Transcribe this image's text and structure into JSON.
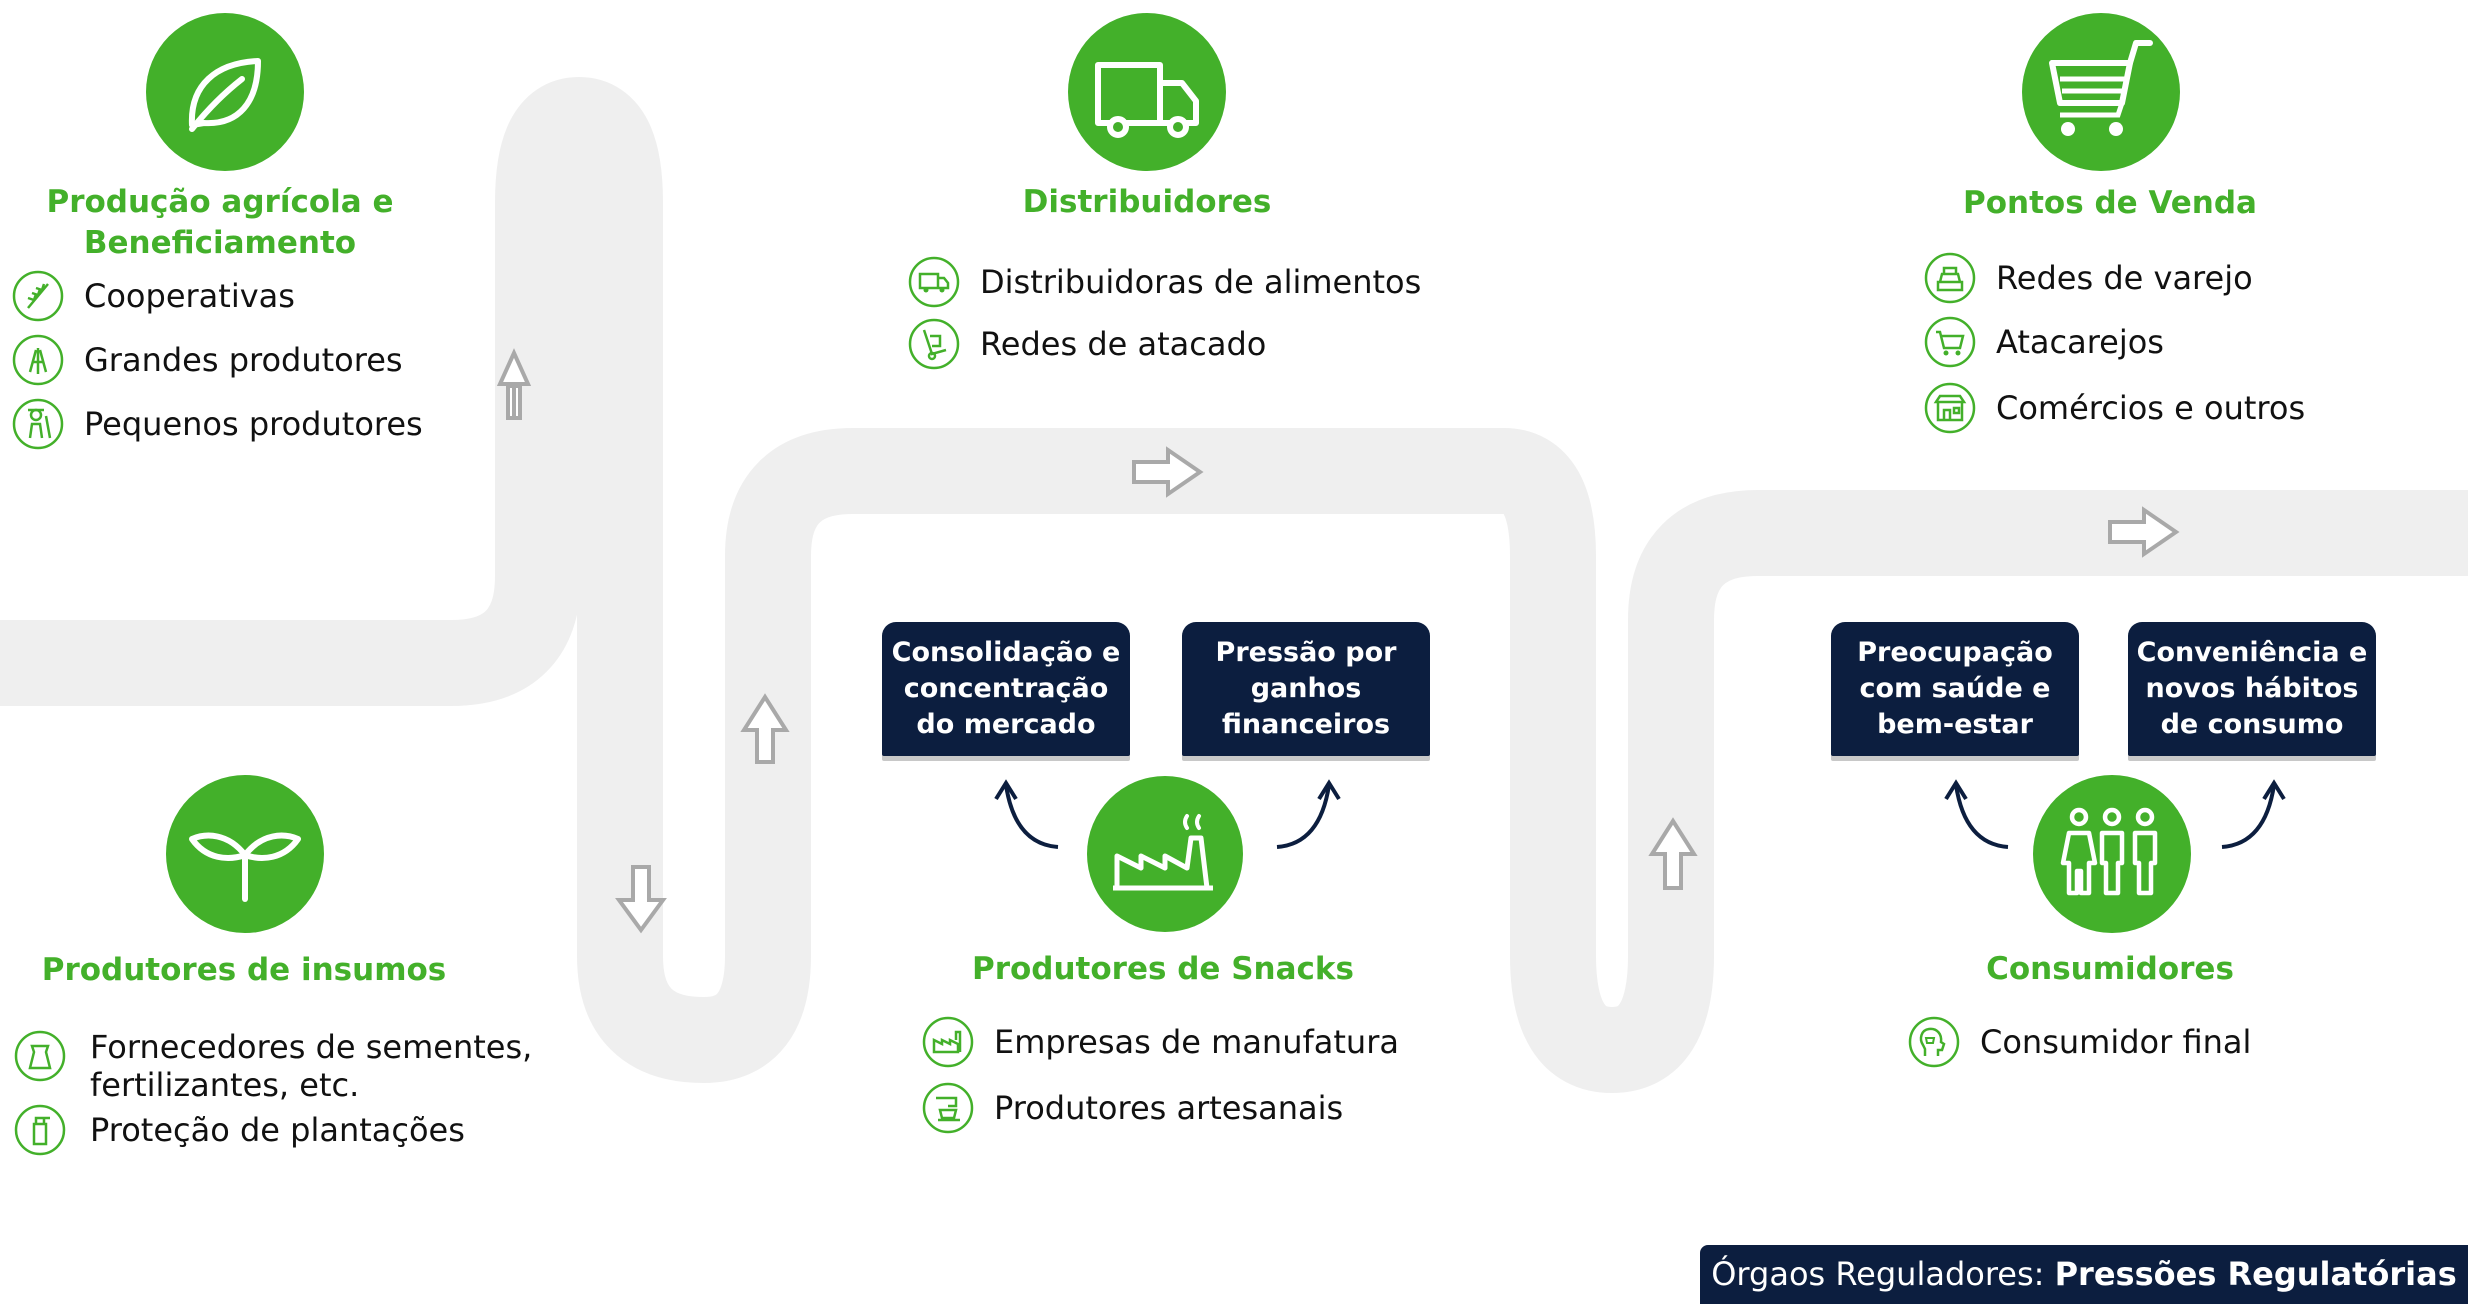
{
  "colors": {
    "green": "#43b02a",
    "navy": "#0c1e3f",
    "road": "#efefef",
    "arrow": "#a9a9a9"
  },
  "stages": {
    "agricola": {
      "title": "Produção agrícola e Beneficiamento",
      "icon": "leaf-icon",
      "items": [
        {
          "icon": "wheat-icon",
          "label": "Cooperativas"
        },
        {
          "icon": "wheat-bundle-icon",
          "label": "Grandes produtores"
        },
        {
          "icon": "farmer-icon",
          "label": "Pequenos produtores"
        }
      ]
    },
    "insumos": {
      "title": "Produtores de insumos",
      "icon": "sprout-icon",
      "items": [
        {
          "icon": "seed-bag-icon",
          "label": "Fornecedores de sementes,",
          "label2": "fertilizantes, etc."
        },
        {
          "icon": "spray-bottle-icon",
          "label": "Proteção de plantações"
        }
      ]
    },
    "distribuidores": {
      "title": "Distribuidores",
      "icon": "truck-icon",
      "items": [
        {
          "icon": "truck-icon",
          "label": "Distribuidoras de alimentos"
        },
        {
          "icon": "hand-truck-icon",
          "label": "Redes de atacado"
        }
      ]
    },
    "snacks": {
      "title": "Produtores de Snacks",
      "icon": "factory-icon",
      "items": [
        {
          "icon": "factory-icon",
          "label": "Empresas de manufatura"
        },
        {
          "icon": "mixer-icon",
          "label": "Produtores artesanais"
        }
      ]
    },
    "pontos": {
      "title": "Pontos de Venda",
      "icon": "shopping-cart-icon",
      "items": [
        {
          "icon": "cash-register-icon",
          "label": "Redes de varejo"
        },
        {
          "icon": "cart-icon",
          "label": "Atacarejos"
        },
        {
          "icon": "store-icon",
          "label": "Comércios e outros"
        }
      ]
    },
    "consumidores": {
      "title": "Consumidores",
      "icon": "people-icon",
      "items": [
        {
          "icon": "head-cart-icon",
          "label": "Consumidor final"
        }
      ]
    }
  },
  "pressures": {
    "consolidacao": "Consolidação e concentração do mercado",
    "pressao": "Pressão por ganhos financeiros",
    "saude": "Preocupação com saúde e bem-estar",
    "conveniencia": "Conveniência e novos hábitos de consumo"
  },
  "footer": {
    "prefix": "Órgaos Reguladores: ",
    "emphasis": "Pressões Regulatórias"
  }
}
